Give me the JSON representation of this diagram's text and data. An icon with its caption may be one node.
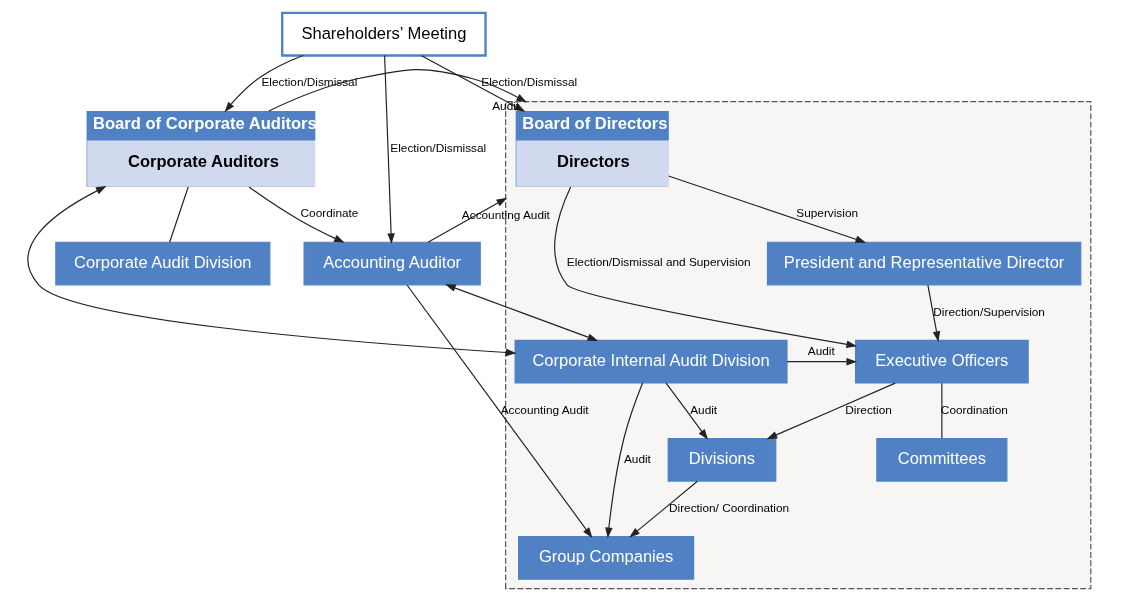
{
  "diagram": {
    "nodes": [
      {
        "text": [
          "Shareholders’ Meeting"
        ]
      },
      {
        "text": [],
        "shape": "box"
      },
      {
        "text": [
          "Board of Directors",
          "Directors"
        ],
        "in": 1
      },
      {
        "text": [
          "Board of Corporate Auditors",
          "Corporate Auditors"
        ]
      },
      {
        "text": [
          "Corporate Audit Division"
        ]
      },
      {
        "text": [
          "President and Representative Director"
        ],
        "in": 1
      },
      {
        "text": [
          "Accounting Auditor"
        ]
      },
      {
        "text": [
          "Corporate Internal Audit Division"
        ],
        "in": 1
      },
      {
        "text": [
          "Executive Officers"
        ],
        "in": 1
      },
      {
        "text": [
          "Committees"
        ],
        "in": 1
      },
      {
        "text": [
          "Divisions"
        ],
        "in": 1
      },
      {
        "text": [
          "Group Companies"
        ],
        "in": 1
      }
    ],
    "edges": [
      {
        "from": 0,
        "to": 2,
        "arrow": "to",
        "label": "Election/Dismissal"
      },
      {
        "from": 0,
        "to": 3,
        "arrow": "to",
        "label": "Election/Dismissal"
      },
      {
        "from": 0,
        "to": 6,
        "arrow": "to",
        "label": "Election/Dismissal"
      },
      {
        "from": 3,
        "to": 1,
        "arrow": "to",
        "label": "Audit"
      },
      {
        "from": 3,
        "to": 6,
        "arrow": "to",
        "label": "Coordinate"
      },
      {
        "from": 3,
        "to": 4,
        "arrow": "none"
      },
      {
        "from": 3,
        "to": 7,
        "arrow": "both"
      },
      {
        "from": 2,
        "to": 5,
        "arrow": "to",
        "label": "Supervision"
      },
      {
        "from": 2,
        "to": 8,
        "arrow": "to",
        "label": "Election/Dismissal and Supervision"
      },
      {
        "from": 5,
        "to": 8,
        "arrow": "to",
        "label": "Direction/Supervision"
      },
      {
        "from": 7,
        "to": 8,
        "arrow": "to",
        "label": "Audit"
      },
      {
        "from": 7,
        "to": 6,
        "arrow": "both"
      },
      {
        "from": 8,
        "to": 10,
        "arrow": "to",
        "label": "Direction"
      },
      {
        "from": 8,
        "to": 9,
        "arrow": "none",
        "label": "Coordination"
      },
      {
        "from": 10,
        "to": 11,
        "arrow": "to",
        "label": "Direction/ Coordination"
      },
      {
        "from": 7,
        "to": 10,
        "arrow": "to",
        "label": "Audit"
      },
      {
        "from": 7,
        "to": 11,
        "arrow": "to",
        "label": "Audit"
      },
      {
        "from": 6,
        "to": 1,
        "arrow": "to",
        "label": "Accounting Audit"
      },
      {
        "from": 6,
        "to": 11,
        "arrow": "to",
        "label": "Accounting Audit"
      }
    ]
  }
}
